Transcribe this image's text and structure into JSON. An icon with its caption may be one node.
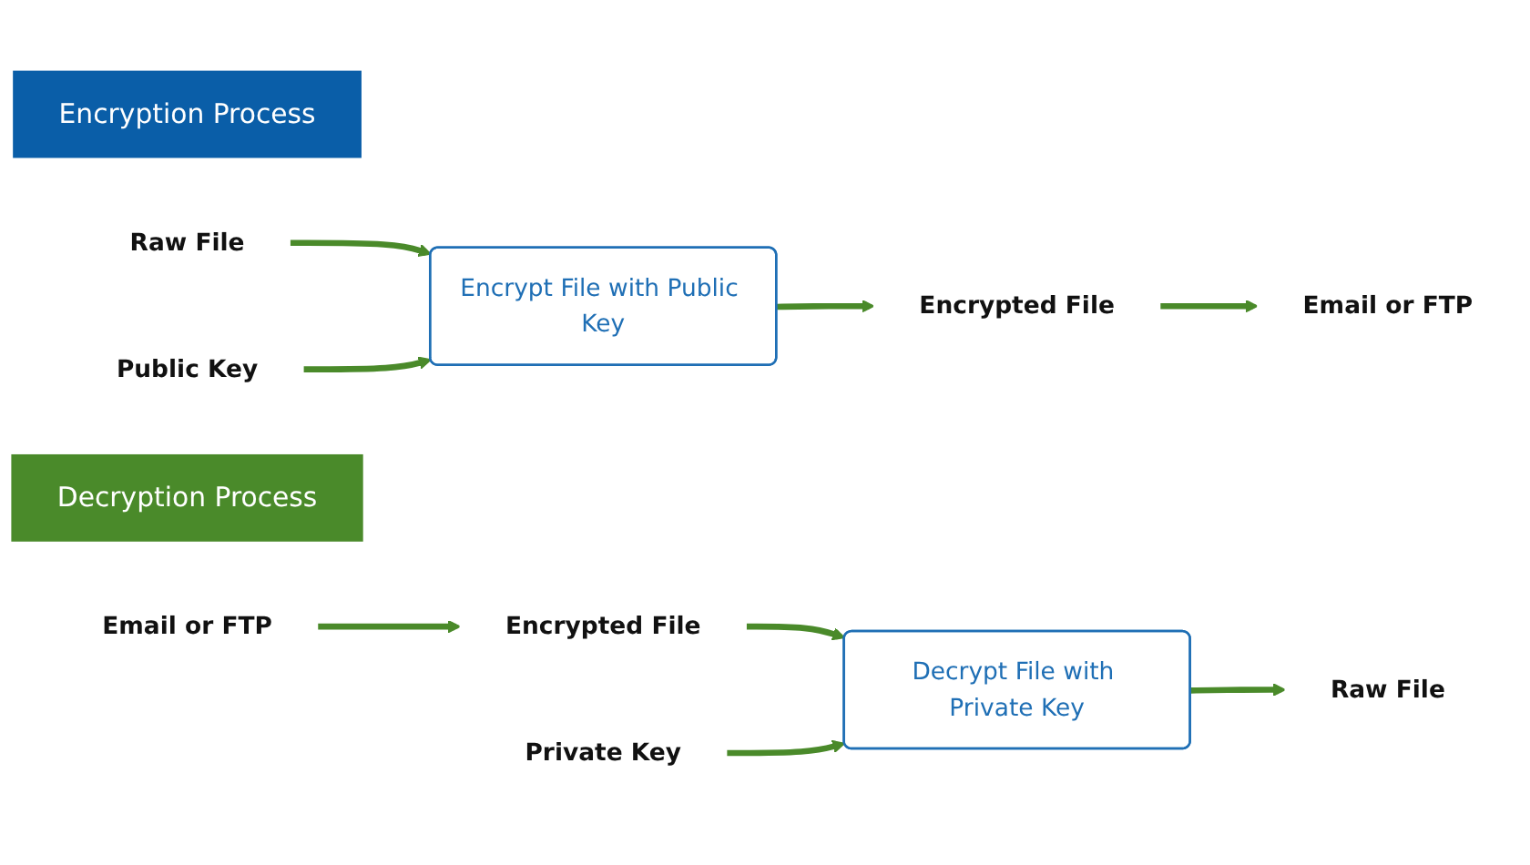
{
  "diagram": {
    "nodes": [
      {
        "text": [
          "Encryption Process"
        ]
      },
      {
        "text": [
          "Raw File"
        ]
      },
      {
        "text": [
          "Public Key"
        ]
      },
      {
        "text": [
          "Encrypt File with Public Key"
        ]
      },
      {
        "text": [
          "Encrypted File"
        ]
      },
      {
        "text": [
          "Email or FTP"
        ]
      },
      {
        "text": [
          "Decryption Process"
        ]
      },
      {
        "text": [
          "Email or FTP"
        ]
      },
      {
        "text": [
          "Encrypted File"
        ]
      },
      {
        "text": [
          "Private Key"
        ]
      },
      {
        "text": [
          "Decrypt File with Private Key"
        ]
      },
      {
        "text": [
          "Raw File"
        ]
      }
    ],
    "edges": [
      {
        "from": 1,
        "to": 3,
        "arrow": "to"
      },
      {
        "from": 2,
        "to": 3,
        "arrow": "to"
      },
      {
        "from": 3,
        "to": 4,
        "arrow": "to"
      },
      {
        "from": 4,
        "to": 5,
        "arrow": "to"
      },
      {
        "from": 7,
        "to": 8,
        "arrow": "to"
      },
      {
        "from": 8,
        "to": 10,
        "arrow": "to"
      },
      {
        "from": 9,
        "to": 10,
        "arrow": "to"
      },
      {
        "from": 10,
        "to": 11,
        "arrow": "to"
      }
    ]
  }
}
